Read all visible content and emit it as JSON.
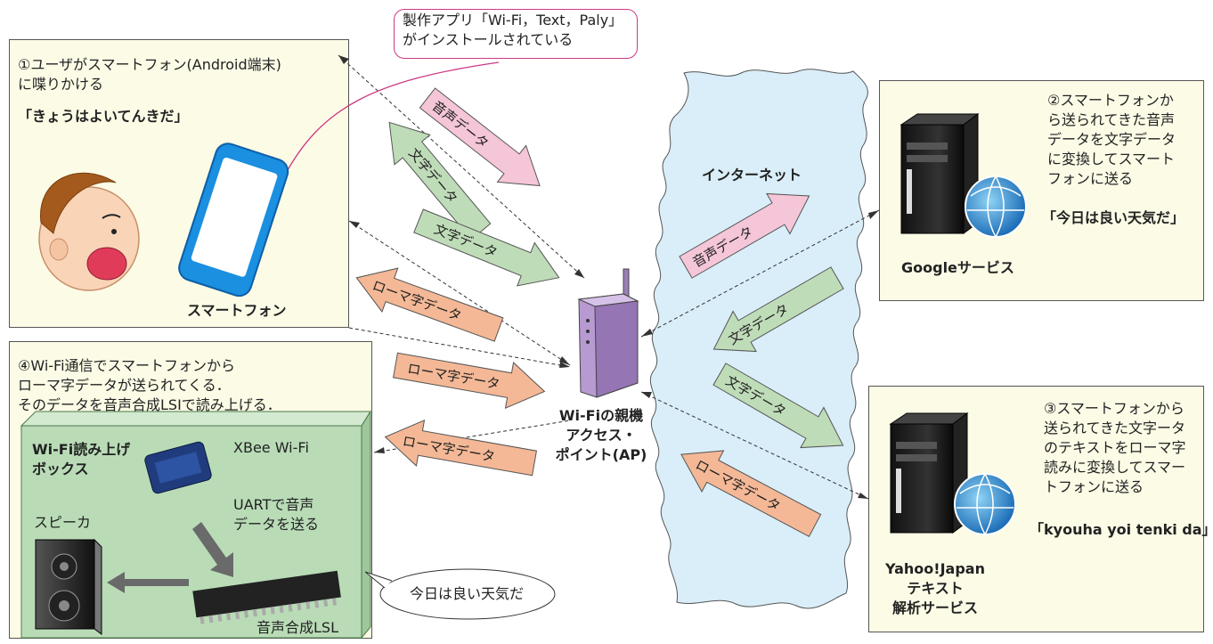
{
  "callout_app": {
    "line1": "製作アプリ「Wi-Fi，Text，Paly」",
    "line2": "がインストールされている"
  },
  "smartphone_panel": {
    "desc_line1": "①ユーザがスマートフォン(Android端末)",
    "desc_line2": "に喋りかける",
    "speech": "「きょうはよいてんきだ」",
    "device_label": "スマートフォン"
  },
  "wifi_box_panel": {
    "desc_line1": "④Wi-Fi通信でスマートフォンから",
    "desc_line2": "ローマ字データが送られてくる．",
    "desc_line3": "そのデータを音声合成LSIで読み上げる．",
    "box_title_line1": "Wi-Fi読み上げ",
    "box_title_line2": "ボックス",
    "xbee_label": "XBee Wi-Fi",
    "uart_line1": "UARTで音声",
    "uart_line2": "データを送る",
    "speaker_label": "スピーカ",
    "lsi_label": "音声合成LSL",
    "speech_bubble": "今日は良い天気だ"
  },
  "access_point": {
    "line1": "Wi-Fiの親機",
    "line2": "アクセス・",
    "line3": "ポイント(AP)"
  },
  "internet": {
    "label": "インターネット"
  },
  "google_panel": {
    "desc_line1": "②スマートフォンか",
    "desc_line2": "ら送られてきた音声",
    "desc_line3": "データを文字データ",
    "desc_line4": "に変換してスマート",
    "desc_line5": "フォンに送る",
    "result": "「今日は良い天気だ」",
    "service_label": "Googleサービス"
  },
  "yahoo_panel": {
    "desc_line1": "③スマートフォンから",
    "desc_line2": "送られてきた文字ータ",
    "desc_line3": "のテキストをローマ字",
    "desc_line4": "読みに変換してスマー",
    "desc_line5": "トフォンに送る",
    "result": "「kyouha yoi tenki da」",
    "service_line1": "Yahoo!Japan",
    "service_line2": "テキスト",
    "service_line3": "解析サービス"
  },
  "arrows": {
    "voice_1": "音声データ",
    "text_1": "文字データ",
    "text_2": "文字データ",
    "romaji_1": "ローマ字データ",
    "romaji_2": "ローマ字データ",
    "romaji_3": "ローマ字データ",
    "voice_2": "音声データ",
    "text_3": "文字データ",
    "text_4": "文字データ",
    "romaji_4": "ローマ字データ"
  },
  "colors": {
    "voice_arrow": "#f4c6d7",
    "text_arrow": "#bfdcb8",
    "romaji_arrow": "#f4b896",
    "panel_bg": "#fcfbe6",
    "box_bg": "#b9dcb7",
    "internet_bg": "#d9eef9",
    "callout_border": "#cc3a85"
  }
}
